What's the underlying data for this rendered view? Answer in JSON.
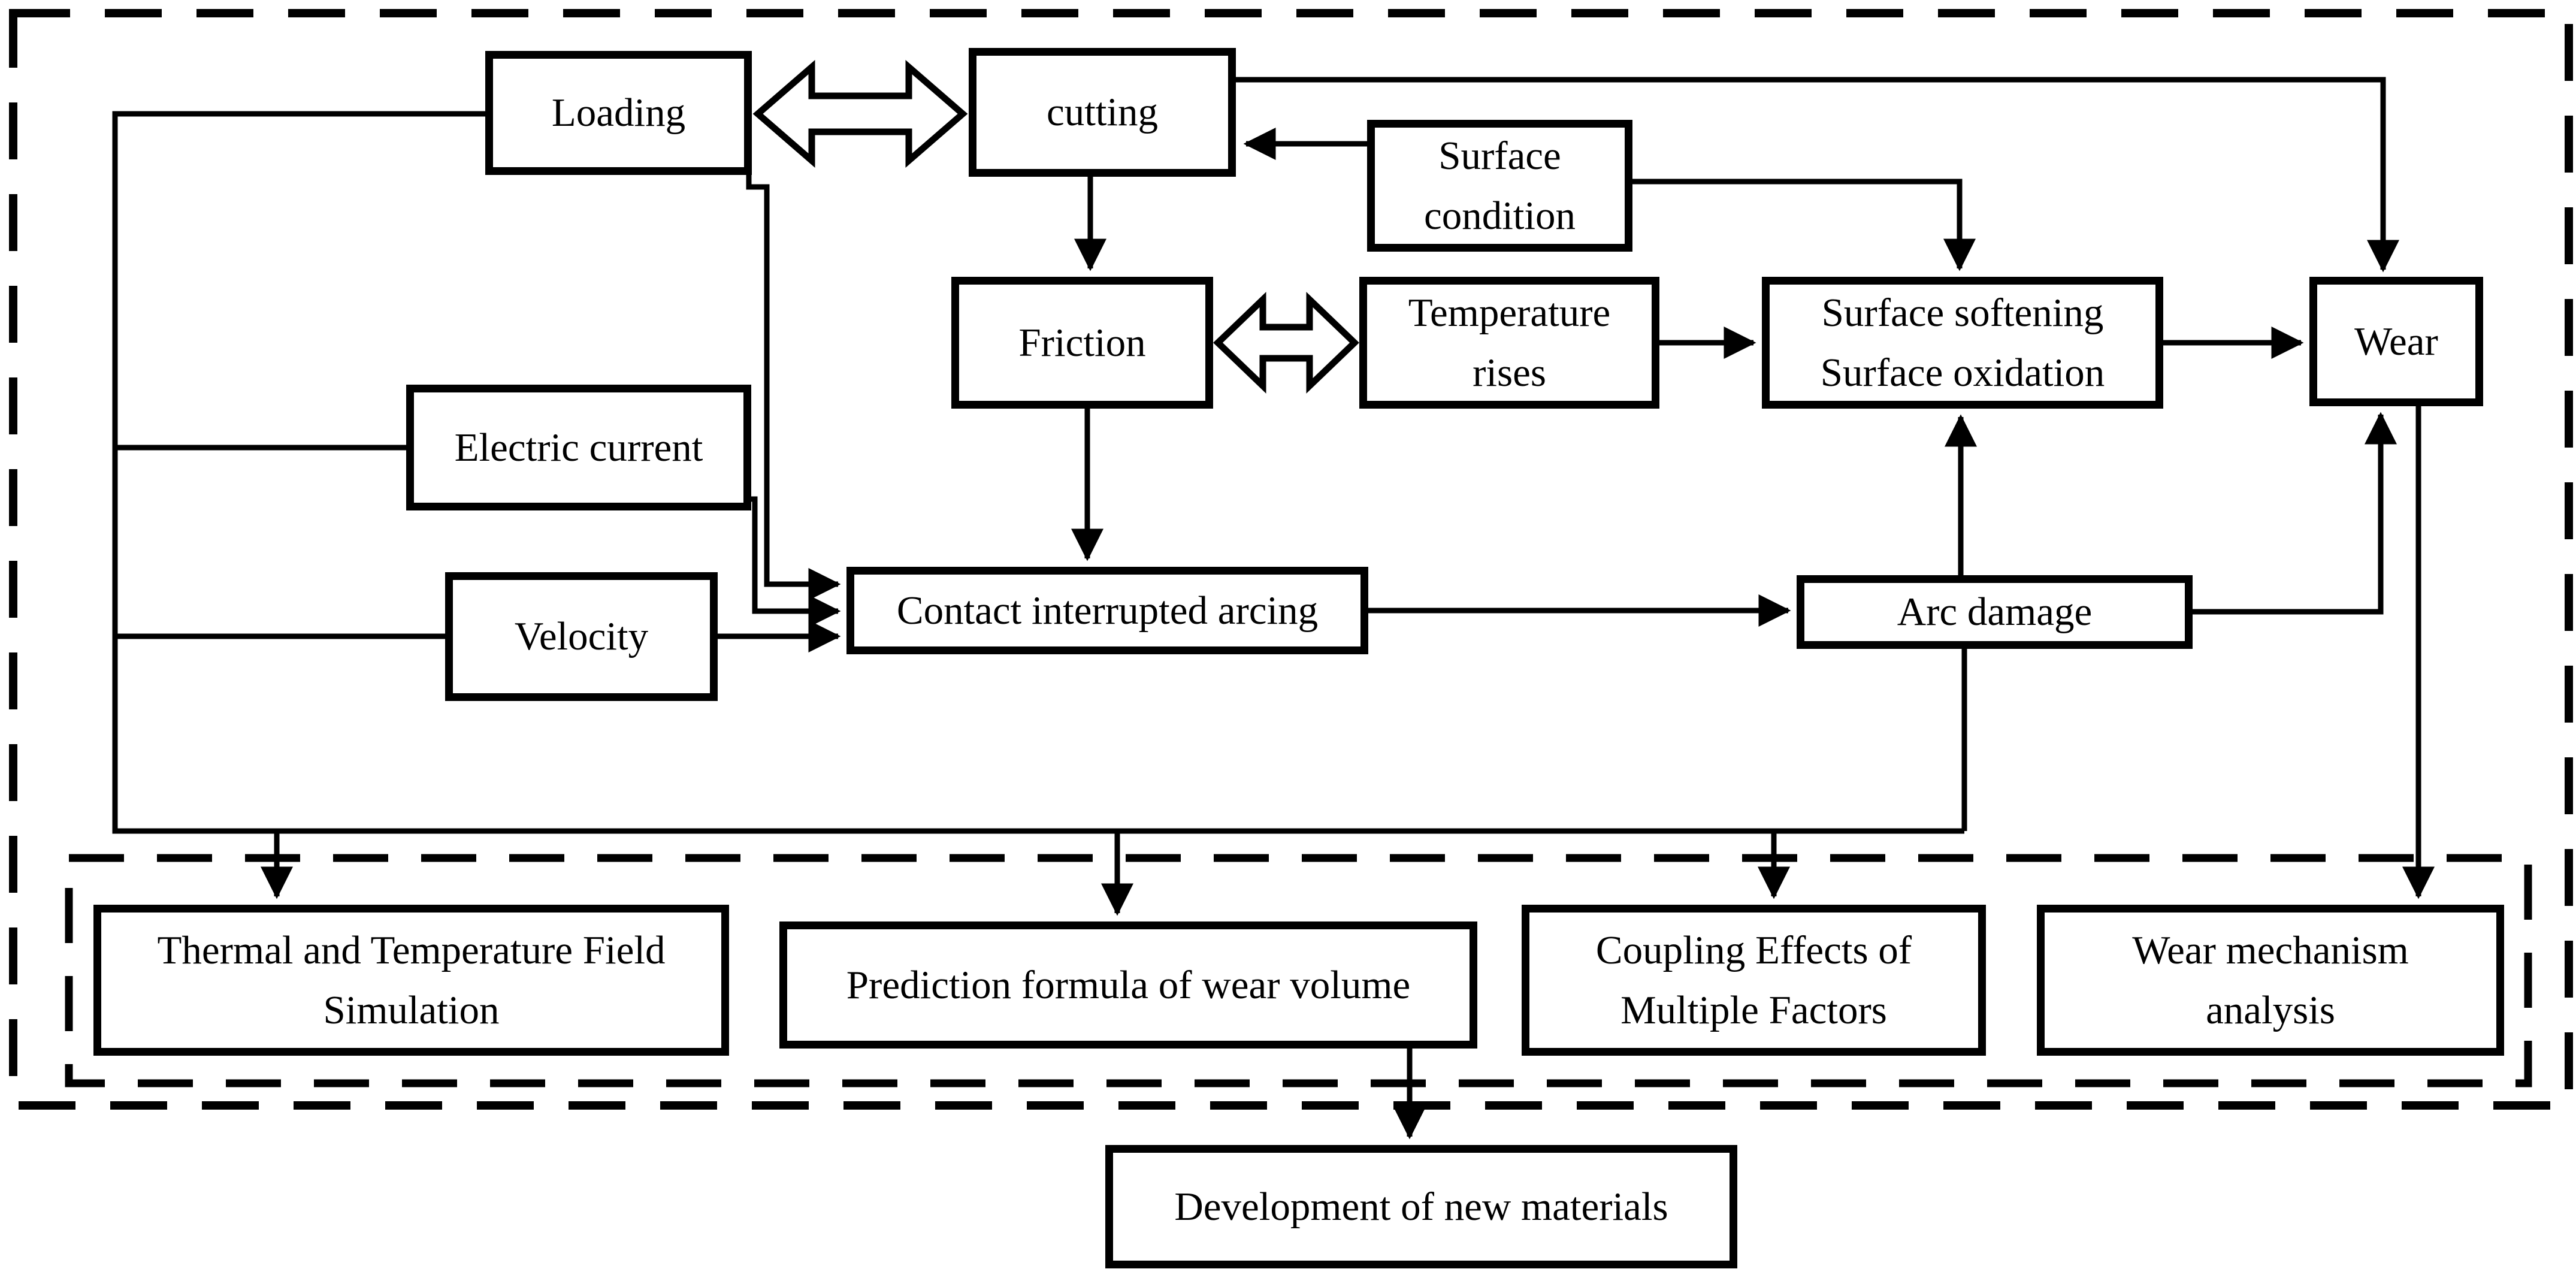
{
  "nodes": {
    "loading": {
      "lines": [
        "Loading"
      ]
    },
    "cutting": {
      "lines": [
        "cutting"
      ]
    },
    "surface_condition": {
      "lines": [
        "Surface",
        "condition"
      ]
    },
    "friction": {
      "lines": [
        "Friction"
      ]
    },
    "temperature_rises": {
      "lines": [
        "Temperature",
        "rises"
      ]
    },
    "surface_softening_oxidation": {
      "lines": [
        "Surface softening",
        "Surface oxidation"
      ]
    },
    "wear": {
      "lines": [
        "Wear"
      ]
    },
    "electric_current": {
      "lines": [
        "Electric current"
      ]
    },
    "velocity": {
      "lines": [
        "Velocity"
      ]
    },
    "contact_interrupted_arcing": {
      "lines": [
        "Contact interrupted arcing"
      ]
    },
    "arc_damage": {
      "lines": [
        "Arc damage"
      ]
    },
    "thermal_simulation": {
      "lines": [
        "Thermal and Temperature Field",
        "Simulation"
      ]
    },
    "prediction_formula": {
      "lines": [
        "Prediction formula of wear volume"
      ]
    },
    "coupling_effects": {
      "lines": [
        "Coupling Effects of",
        "Multiple Factors"
      ]
    },
    "wear_mechanism": {
      "lines": [
        "Wear mechanism",
        "analysis"
      ]
    },
    "development": {
      "lines": [
        "Development of new materials"
      ]
    }
  },
  "edges": [
    {
      "from": "loading",
      "to": "cutting",
      "style": "open-double-arrow"
    },
    {
      "from": "friction",
      "to": "temperature_rises",
      "style": "open-double-arrow"
    },
    {
      "from": "surface_condition",
      "to": "cutting",
      "style": "arrow"
    },
    {
      "from": "surface_condition",
      "to": "surface_softening_oxidation",
      "style": "arrow"
    },
    {
      "from": "cutting",
      "to": "friction",
      "style": "arrow"
    },
    {
      "from": "cutting",
      "to": "wear",
      "style": "arrow"
    },
    {
      "from": "temperature_rises",
      "to": "surface_softening_oxidation",
      "style": "arrow"
    },
    {
      "from": "surface_softening_oxidation",
      "to": "wear",
      "style": "arrow"
    },
    {
      "from": "friction",
      "to": "contact_interrupted_arcing",
      "style": "arrow"
    },
    {
      "from": "loading",
      "to": "contact_interrupted_arcing",
      "style": "arrow"
    },
    {
      "from": "electric_current",
      "to": "contact_interrupted_arcing",
      "style": "arrow"
    },
    {
      "from": "velocity",
      "to": "contact_interrupted_arcing",
      "style": "arrow"
    },
    {
      "from": "contact_interrupted_arcing",
      "to": "arc_damage",
      "style": "arrow"
    },
    {
      "from": "arc_damage",
      "to": "surface_softening_oxidation",
      "style": "arrow"
    },
    {
      "from": "arc_damage",
      "to": "wear",
      "style": "arrow"
    },
    {
      "from": "wear",
      "to": "wear_mechanism",
      "style": "arrow"
    },
    {
      "from": "loading",
      "to": "shared-rail",
      "style": "line"
    },
    {
      "from": "electric_current",
      "to": "shared-rail",
      "style": "line"
    },
    {
      "from": "velocity",
      "to": "shared-rail",
      "style": "line"
    },
    {
      "from": "arc_damage",
      "to": "shared-rail",
      "style": "line"
    },
    {
      "from": "shared-rail",
      "to": "thermal_simulation",
      "style": "arrow"
    },
    {
      "from": "shared-rail",
      "to": "prediction_formula",
      "style": "arrow"
    },
    {
      "from": "shared-rail",
      "to": "coupling_effects",
      "style": "arrow"
    },
    {
      "from": "prediction_formula",
      "to": "development",
      "style": "arrow"
    }
  ],
  "colors": {
    "line": "#000000",
    "background": "#ffffff"
  }
}
